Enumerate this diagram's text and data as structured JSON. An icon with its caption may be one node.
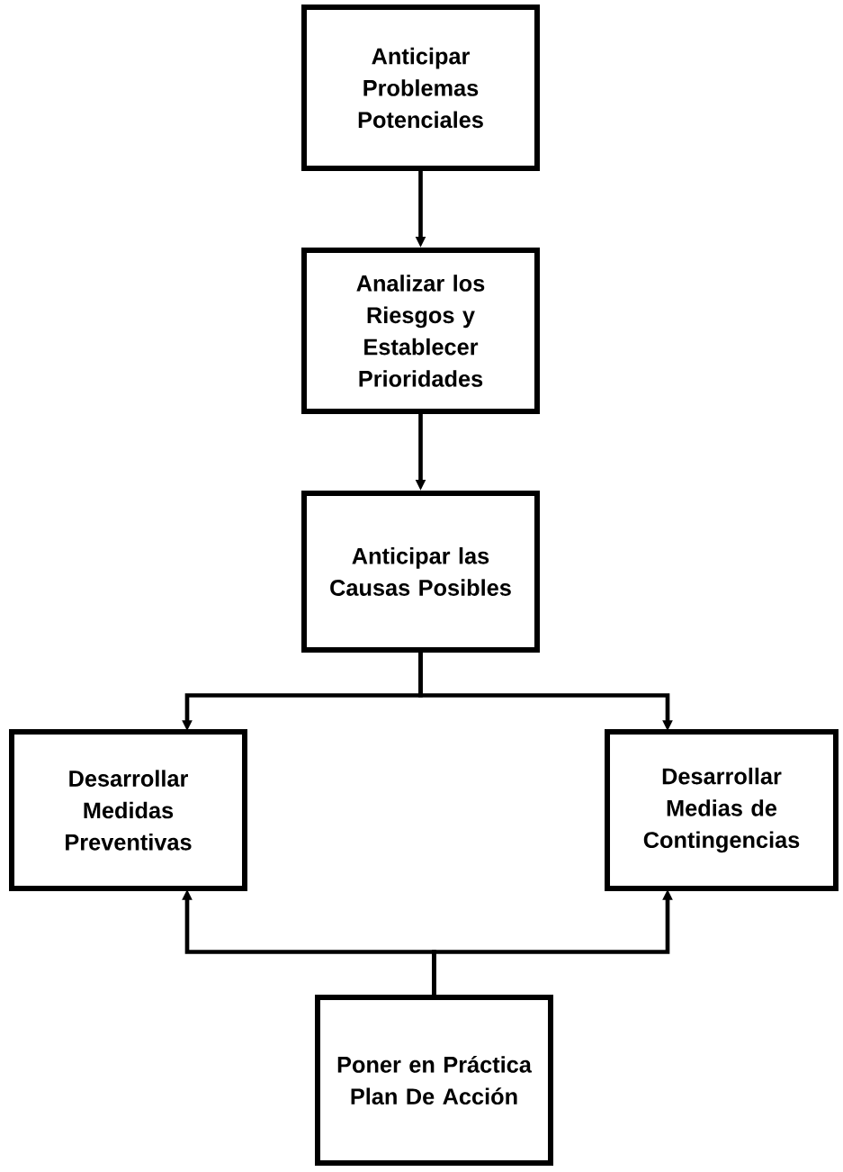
{
  "diagram": {
    "nodes": [
      {
        "text": [
          "Anticipar Problemas Potenciales"
        ]
      },
      {
        "text": [
          "Analizar los Riesgos y Establecer Prioridades"
        ]
      },
      {
        "text": [
          "Anticipar las Causas Posibles"
        ]
      },
      {
        "text": [
          "Desarrollar Medidas Preventivas"
        ]
      },
      {
        "text": [
          "Desarrollar Medias de Contingencias"
        ]
      },
      {
        "text": [
          "Poner en Práctica Plan De Acción"
        ]
      }
    ],
    "edges": [
      {
        "from": 0,
        "to": 1,
        "arrow": "to"
      },
      {
        "from": 1,
        "to": 2,
        "arrow": "to"
      },
      {
        "from": 2,
        "to": 3,
        "arrow": "to"
      },
      {
        "from": 2,
        "to": 4,
        "arrow": "to"
      },
      {
        "from": 5,
        "to": 3,
        "arrow": "to"
      },
      {
        "from": 5,
        "to": 4,
        "arrow": "to"
      }
    ]
  }
}
